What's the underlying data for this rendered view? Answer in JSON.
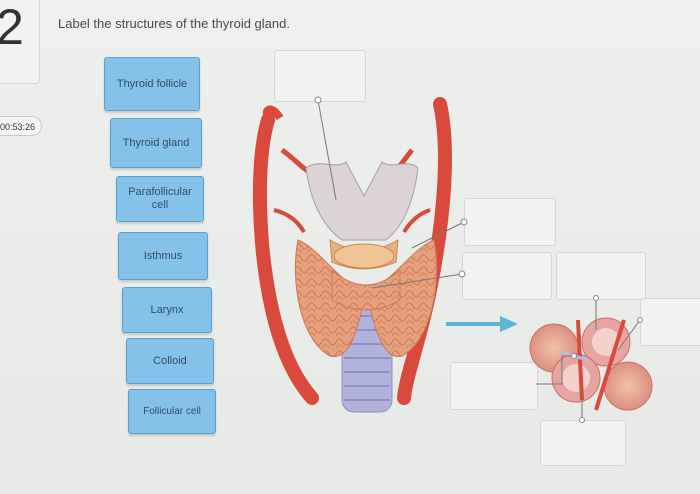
{
  "question": {
    "number": "2",
    "timer": "00:53:26"
  },
  "prompt": "Label the structures of the thyroid gland.",
  "labels": [
    "Thyroid follicle",
    "Thyroid gland",
    "Parafollicular cell",
    "Isthmus",
    "Larynx",
    "Colloid",
    "Follicular cell"
  ],
  "colors": {
    "label_fill": "#85c2ea",
    "artery": "#d94a3c",
    "thyroid": "#e7a07c",
    "cartilage": "#cfc6c8",
    "trachea": "#b1b3dc",
    "arrow": "#5bb6d6"
  }
}
